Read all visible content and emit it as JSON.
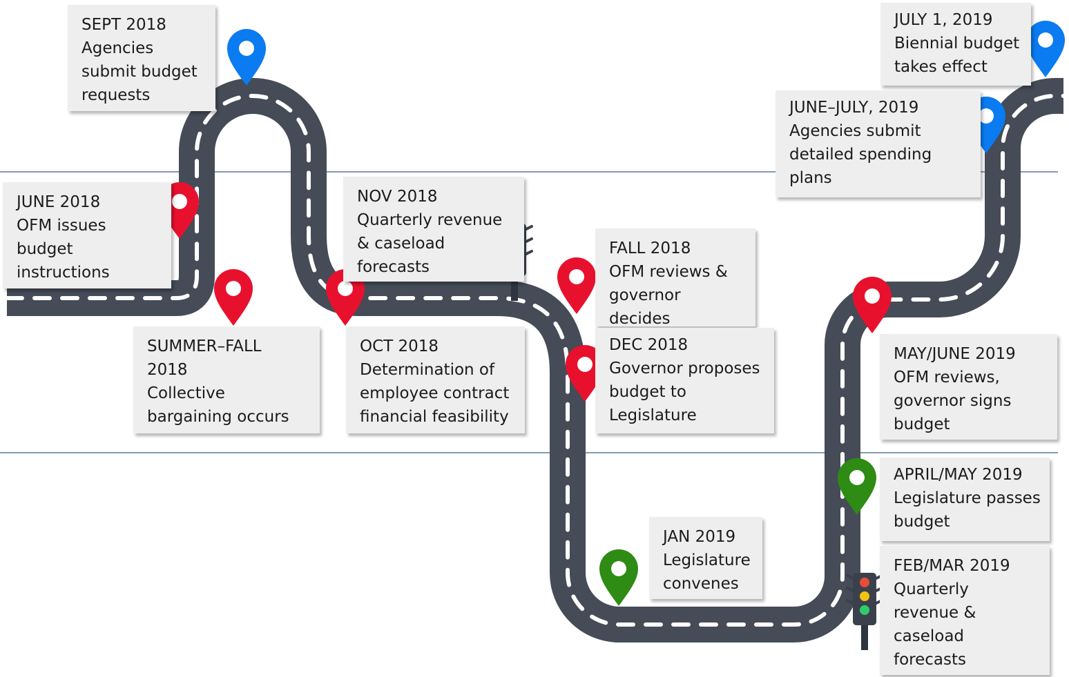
{
  "colors": {
    "road": "#454b57",
    "road_marking": "#ffffff",
    "divider": "#5a7a96",
    "pin_red": "#e8112d",
    "pin_blue": "#0a7bf0",
    "pin_green": "#2e8b14",
    "box_bg": "#eeeeee"
  },
  "milestones": [
    {
      "id": "sept-2018",
      "date": "SEPT 2018",
      "desc": "Agencies\nsubmit budget\nrequests",
      "pin": "blue"
    },
    {
      "id": "june-2018",
      "date": "JUNE 2018",
      "desc": "OFM issues\nbudget\ninstructions",
      "pin": "red"
    },
    {
      "id": "nov-2018",
      "date": "NOV 2018",
      "desc": "Quarterly revenue\n& caseload\nforecasts",
      "pin": "traffic-light"
    },
    {
      "id": "summer-fall-2018",
      "date": "SUMMER–FALL\n2018",
      "desc": "Collective\nbargaining occurs",
      "pin": "red"
    },
    {
      "id": "oct-2018",
      "date": "OCT 2018",
      "desc": "Determination of\nemployee contract\nfinancial feasibility",
      "pin": "red"
    },
    {
      "id": "fall-2018",
      "date": "FALL 2018",
      "desc": "OFM reviews &\ngovernor\ndecides",
      "pin": "red"
    },
    {
      "id": "dec-2018",
      "date": "DEC 2018",
      "desc": "Governor proposes\nbudget to\nLegislature",
      "pin": "red"
    },
    {
      "id": "jan-2019",
      "date": "JAN 2019",
      "desc": "Legislature\nconvenes",
      "pin": "green"
    },
    {
      "id": "july-1-2019",
      "date": "JULY 1, 2019",
      "desc": "Biennial budget\ntakes effect",
      "pin": "blue"
    },
    {
      "id": "june-july-2019",
      "date": "JUNE–JULY, 2019",
      "desc": "Agencies submit\ndetailed spending\nplans",
      "pin": "blue"
    },
    {
      "id": "may-june-2019",
      "date": "MAY/JUNE 2019",
      "desc": "OFM reviews,\ngovernor signs\nbudget",
      "pin": "red"
    },
    {
      "id": "april-may-2019",
      "date": "APRIL/MAY 2019",
      "desc": "Legislature passes\nbudget",
      "pin": "green"
    },
    {
      "id": "feb-mar-2019",
      "date": "FEB/MAR 2019",
      "desc": "Quarterly\nrevenue &\ncaseload\nforecasts",
      "pin": "traffic-light"
    }
  ]
}
